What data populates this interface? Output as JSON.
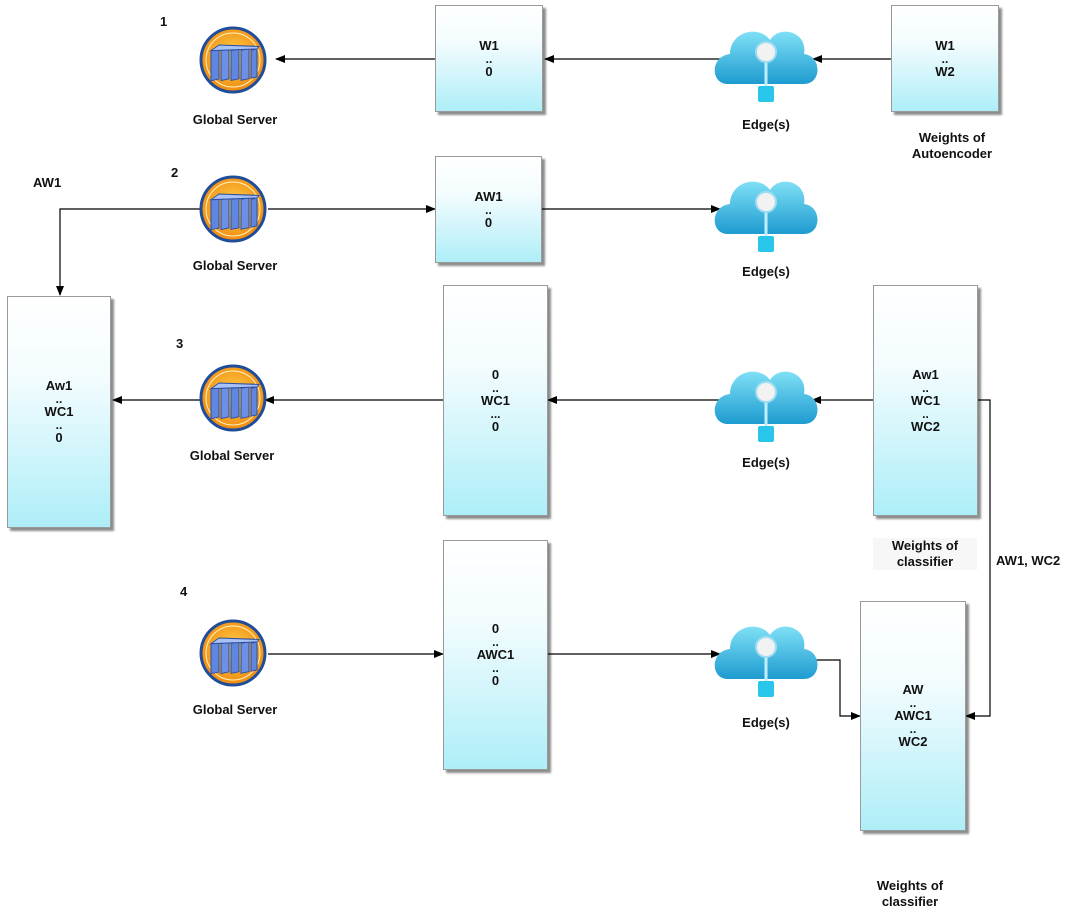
{
  "steps": [
    "1",
    "2",
    "3",
    "4"
  ],
  "server_label": "Global Server",
  "edge_label": "Edge(s)",
  "boxes": {
    "b1_mid": [
      "W1",
      "..",
      "0"
    ],
    "b1_right": [
      "W1",
      "..",
      "W2"
    ],
    "b2_mid": [
      "AW1",
      "..",
      "0"
    ],
    "b3_left": [
      "Aw1",
      "..",
      "WC1",
      "..",
      "0"
    ],
    "b3_mid": [
      "0",
      "..",
      "WC1",
      "...",
      "0"
    ],
    "b3_right": [
      "Aw1",
      "..",
      "WC1",
      "..",
      "WC2"
    ],
    "b4_mid": [
      "0",
      "..",
      "AWC1",
      "..",
      "0"
    ],
    "b4_right": [
      "AW",
      "..",
      "AWC1",
      "..",
      "WC2"
    ]
  },
  "captions": {
    "autoencoder": "Weights of\nAutoencoder",
    "classifier_mid": "Weights of\nclassifier",
    "classifier_bottom": "Weights of\nclassifier"
  },
  "edge_labels": {
    "aw1": "AW1",
    "aw1_wc2": "AW1, WC2"
  }
}
